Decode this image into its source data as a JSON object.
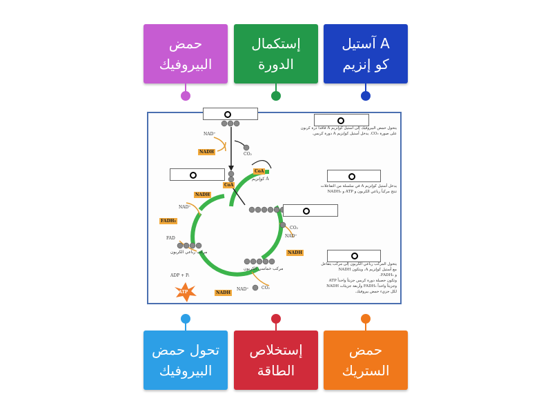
{
  "tiles_top": [
    {
      "label": "حمض\nالبيروفيك",
      "color": "#c65cd2"
    },
    {
      "label": "إستكمال\nالدورة",
      "color": "#23994a"
    },
    {
      "label": "A آستيل\nكو إنزيم",
      "color": "#1c41c0"
    }
  ],
  "tiles_bottom": [
    {
      "label": "تحول حمض\nالبيروفيك",
      "color": "#2d9fe6"
    },
    {
      "label": "إستخلاص\nالطاقة",
      "color": "#d02b3a"
    },
    {
      "label": "حمض\nالستريك",
      "color": "#f0781b"
    }
  ],
  "figure": {
    "notes": [
      "يتحول حمض البيروفيك إلى أستيل كوإنزيم A فاقداً ذرة كربون\nعلى صورة CO₂. يدخل أستيل كوإنزيم A دورة كربس.",
      "يدخل أستيل كوإنزيم A في سلسلة من التفاعلات\nتنتج مركباً رباعي الكربون و ATP و NADH₂",
      "يتحول المركب رباعي الكربون إلى مركب يتفاعل\nمع أستيل كوإنزيم A، ويتكون NADH\nو FADH₂.\nوتكون حصيلة دورة كربس جزيئاً واحداً ATP\nوجزيئاً واحداً FADH₂ وأربعة جزيئات NADH\nلكل جزيء حمض بيروفيك."
    ],
    "labels": {
      "nad": "NAD⁺",
      "nadh": "NADH",
      "fadh": "FADH₂",
      "fad": "FAD",
      "co2": "CO₂",
      "coa": "CoA",
      "coenzyme": "كوإنزيم A",
      "adp": "ADP + Pᵢ",
      "atp": "ATP",
      "four_carbon": "مركب رباعي الكربون",
      "five_carbon": "مركب خماسي الكربون"
    }
  }
}
